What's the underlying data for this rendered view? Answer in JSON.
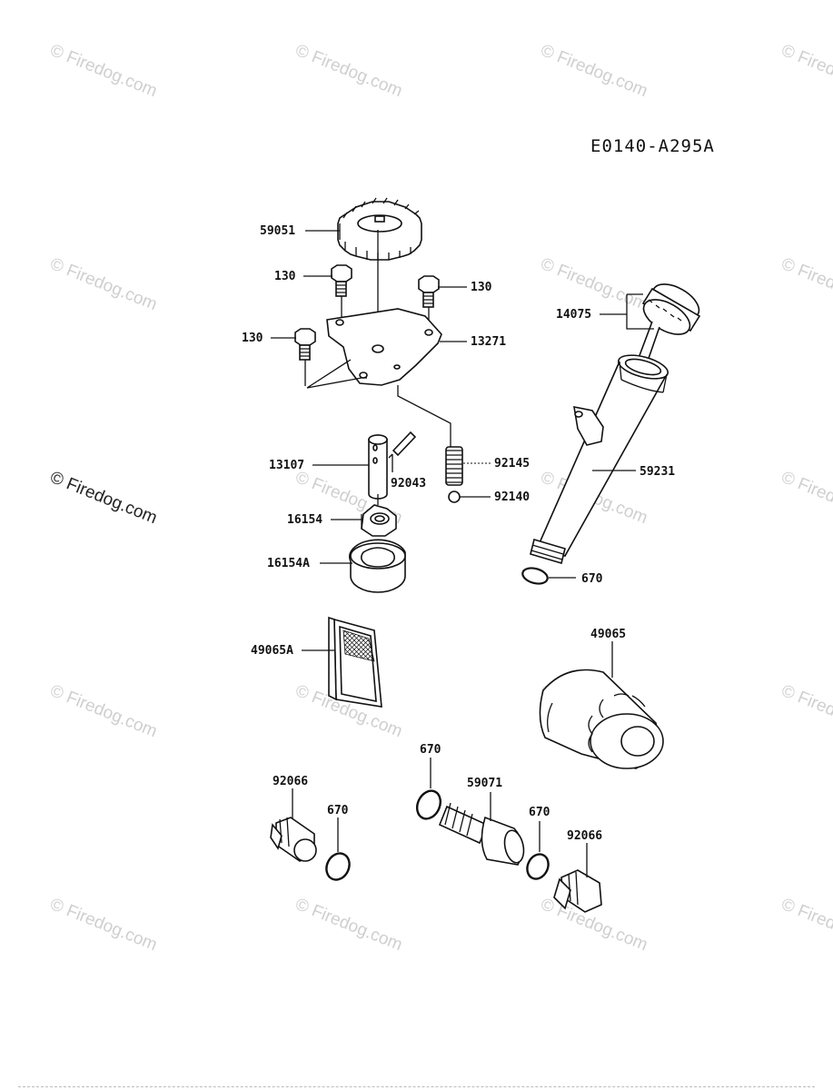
{
  "diagram_id": "E0140-A295A",
  "watermark": {
    "symbol": "©",
    "text": "Firedog.com"
  },
  "parts": [
    {
      "key": "p59051",
      "label": "59051",
      "name": "gear"
    },
    {
      "key": "p130a",
      "label": "130",
      "name": "bolt"
    },
    {
      "key": "p130b",
      "label": "130",
      "name": "bolt"
    },
    {
      "key": "p130c",
      "label": "130",
      "name": "bolt"
    },
    {
      "key": "p13271",
      "label": "13271",
      "name": "cover-plate"
    },
    {
      "key": "p14075",
      "label": "14075",
      "name": "oil-cap"
    },
    {
      "key": "p59231",
      "label": "59231",
      "name": "oil-filler-tube"
    },
    {
      "key": "p670a",
      "label": "670",
      "name": "o-ring"
    },
    {
      "key": "p13107",
      "label": "13107",
      "name": "shaft"
    },
    {
      "key": "p92043",
      "label": "92043",
      "name": "pin"
    },
    {
      "key": "p92145",
      "label": "92145",
      "name": "spring"
    },
    {
      "key": "p92140",
      "label": "92140",
      "name": "ball"
    },
    {
      "key": "p16154",
      "label": "16154",
      "name": "inner-rotor"
    },
    {
      "key": "p16154A",
      "label": "16154A",
      "name": "outer-rotor"
    },
    {
      "key": "p49065A",
      "label": "49065A",
      "name": "oil-screen"
    },
    {
      "key": "p49065",
      "label": "49065",
      "name": "oil-filter"
    },
    {
      "key": "p670b",
      "label": "670",
      "name": "o-ring"
    },
    {
      "key": "p59071",
      "label": "59071",
      "name": "fitting"
    },
    {
      "key": "p670c",
      "label": "670",
      "name": "o-ring"
    },
    {
      "key": "p92066a",
      "label": "92066",
      "name": "drain-plug"
    },
    {
      "key": "p670d",
      "label": "670",
      "name": "o-ring"
    },
    {
      "key": "p92066b",
      "label": "92066",
      "name": "drain-plug"
    }
  ]
}
